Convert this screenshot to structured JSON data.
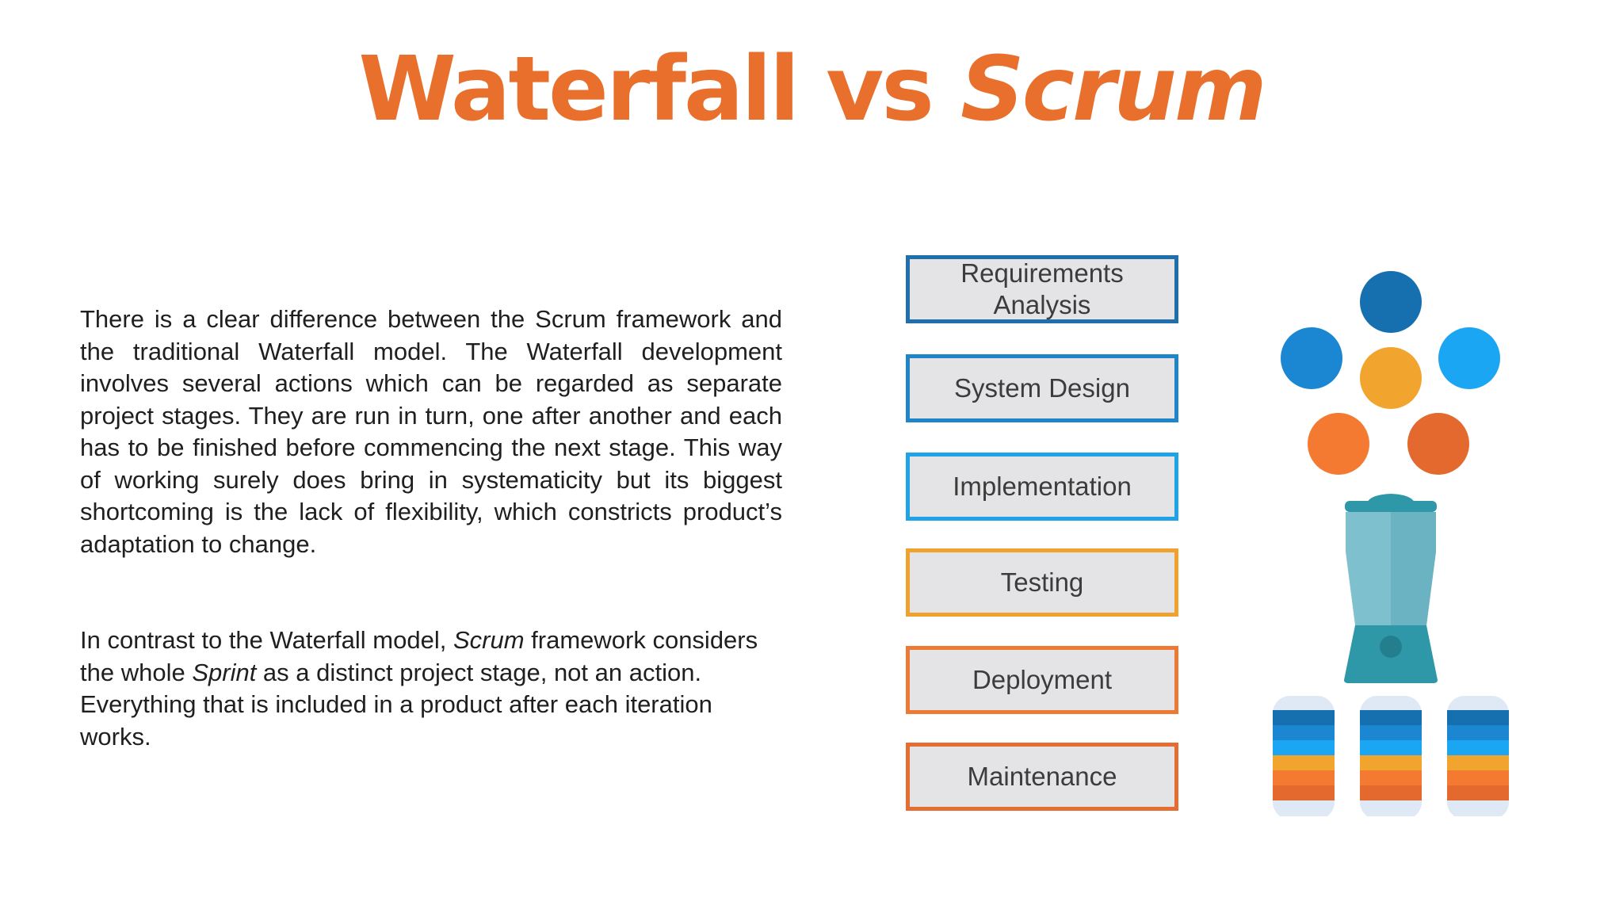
{
  "title": {
    "part1": "Waterfall vs ",
    "part2": "Scrum"
  },
  "paragraph1": "There is a clear difference between the Scrum framework and the traditional Waterfall model. The Waterfall development involves several actions which can be regarded as separate project stages. They are run in turn, one after another and each has to be finished before commencing the next stage. This way of working surely does bring in systematicity but its biggest shortcoming is the lack of flexibility, which constricts product’s adaptation to change.",
  "paragraph2": {
    "a": "In contrast to the Waterfall model, ",
    "b": "Scrum",
    "c": " framework considers the whole ",
    "d": "Sprint",
    "e": " as a distinct project stage, not an action. Everything that is included in a product after each iteration works."
  },
  "waterfall": {
    "steps": [
      {
        "label": "Requirements Analysis",
        "color": "#1f6fad"
      },
      {
        "label": "System Design",
        "color": "#1e86c8"
      },
      {
        "label": "Implementation",
        "color": "#1ea3e6"
      },
      {
        "label": "Testing",
        "color": "#f0a22e"
      },
      {
        "label": "Deployment",
        "color": "#ec7a35"
      },
      {
        "label": "Maintenance",
        "color": "#e56d2f"
      }
    ]
  },
  "colors": {
    "title": "#e96f2d",
    "dark_blue": "#1670b0",
    "mid_blue": "#1b87d2",
    "light_blue": "#1aa6f2",
    "yellow": "#f1a52f",
    "orange": "#f47a32",
    "dark_orange": "#e3692e"
  }
}
